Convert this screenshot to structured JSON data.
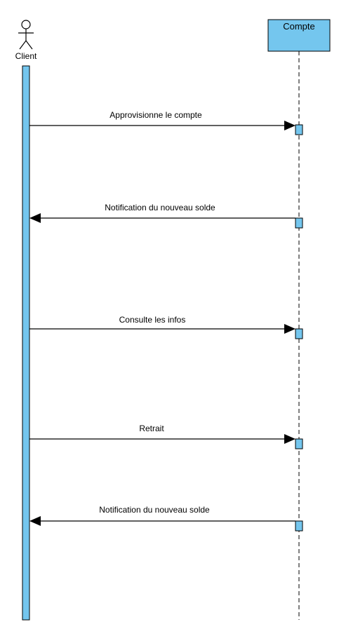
{
  "actor": {
    "label": "Client"
  },
  "object": {
    "label": "Compte"
  },
  "colors": {
    "activation_fill": "#74C6EE",
    "line": "#000000"
  },
  "messages": [
    {
      "label": "Approvisionne le compte",
      "direction": "to-object"
    },
    {
      "label": "Notification du nouveau solde",
      "direction": "to-actor"
    },
    {
      "label": "Consulte les infos",
      "direction": "to-object"
    },
    {
      "label": "Retrait",
      "direction": "to-object"
    },
    {
      "label": "Notification du nouveau solde",
      "direction": "to-actor"
    }
  ]
}
